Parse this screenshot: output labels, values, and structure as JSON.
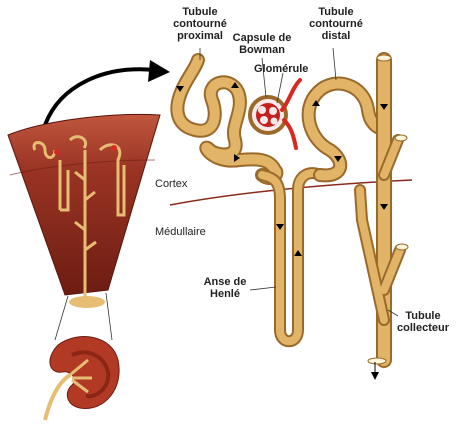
{
  "labels": {
    "tubule_proximal": "Tubule\ncontourné\nproximal",
    "capsule_bowman": "Capsule de\nBowman",
    "glomerule": "Glomérule",
    "tubule_distal": "Tubule\ncontourné\ndistal",
    "cortex": "Cortex",
    "medullaire": "Médullaire",
    "anse_henle": "Anse de\nHenlé",
    "tubule_collecteur": "Tubule\ncollecteur"
  },
  "colors": {
    "tubule": "#d9a859",
    "tubule_outline": "#9a6a2a",
    "kidney_section": "#8a2a1c",
    "blood_vessel": "#d42a22",
    "boundary_line": "#8a2a1c"
  }
}
